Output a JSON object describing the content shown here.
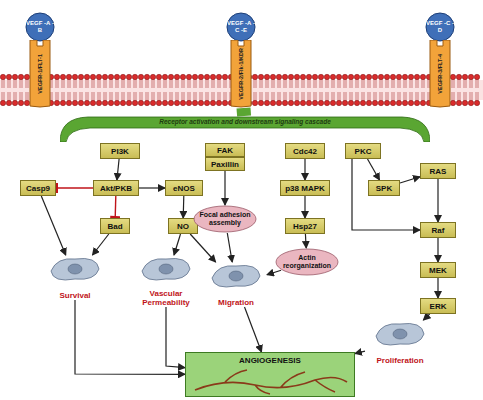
{
  "diagram": {
    "nodes": [
      {
        "text": [
          "VEGFR-1/FLT-1"
        ]
      },
      {
        "text": [
          "VEGFR-2/Flk-1/KDR"
        ]
      },
      {
        "text": [
          "VEGFR-3/FLT-4"
        ]
      },
      {
        "text": [
          "Receptor activation and downstream signaling cascade"
        ]
      },
      {
        "text": [
          "PI3K"
        ]
      },
      {
        "text": [
          "FAK"
        ]
      },
      {
        "text": [
          "Paxillin"
        ]
      },
      {
        "text": [
          "Cdc42"
        ]
      },
      {
        "text": [
          "PKC"
        ]
      },
      {
        "text": [
          "Casp9"
        ]
      },
      {
        "text": [
          "Akt/PKB"
        ]
      },
      {
        "text": [
          "eNOS"
        ]
      },
      {
        "text": [
          "p38 MAPK"
        ]
      },
      {
        "text": [
          "SPK"
        ]
      },
      {
        "text": [
          "RAS"
        ]
      },
      {
        "text": [
          "Bad"
        ]
      },
      {
        "text": [
          "NO"
        ]
      },
      {
        "text": [
          "Focal adhesion assembly"
        ]
      },
      {
        "text": [
          "Hsp27"
        ]
      },
      {
        "text": [
          "Raf"
        ]
      },
      {
        "text": [
          "Actin reorganization"
        ]
      },
      {
        "text": [
          "MEK"
        ]
      },
      {
        "text": [
          "Survival"
        ]
      },
      {
        "text": [
          "Vascular Permeability"
        ]
      },
      {
        "text": [
          "Migration"
        ]
      },
      {
        "text": [
          "ERK"
        ]
      },
      {
        "text": [
          "Proliferation"
        ]
      },
      {
        "text": [
          "ANGIOGENESIS"
        ]
      }
    ],
    "edges": [
      {
        "from": 1,
        "to": 3,
        "arrow": "none"
      },
      {
        "from": 4,
        "to": 10,
        "arrow": "to"
      },
      {
        "from": 10,
        "to": 9,
        "arrow": "to"
      },
      {
        "from": 10,
        "to": 15,
        "arrow": "to"
      },
      {
        "from": 10,
        "to": 11,
        "arrow": "to"
      },
      {
        "from": 11,
        "to": 16,
        "arrow": "to"
      },
      {
        "from": 9,
        "to": 22,
        "arrow": "to"
      },
      {
        "from": 15,
        "to": 22,
        "arrow": "to"
      },
      {
        "from": 16,
        "to": 23,
        "arrow": "to"
      },
      {
        "from": 16,
        "to": 24,
        "arrow": "to"
      },
      {
        "from": 6,
        "to": 17,
        "arrow": "to"
      },
      {
        "from": 17,
        "to": 24,
        "arrow": "to"
      },
      {
        "from": 7,
        "to": 12,
        "arrow": "to"
      },
      {
        "from": 12,
        "to": 18,
        "arrow": "to"
      },
      {
        "from": 18,
        "to": 20,
        "arrow": "to"
      },
      {
        "from": 20,
        "to": 24,
        "arrow": "to"
      },
      {
        "from": 8,
        "to": 13,
        "arrow": "to"
      },
      {
        "from": 13,
        "to": 14,
        "arrow": "to"
      },
      {
        "from": 8,
        "to": 19,
        "arrow": "to"
      },
      {
        "from": 14,
        "to": 19,
        "arrow": "to"
      },
      {
        "from": 19,
        "to": 21,
        "arrow": "to"
      },
      {
        "from": 21,
        "to": 25,
        "arrow": "to"
      },
      {
        "from": 25,
        "to": 26,
        "arrow": "to"
      },
      {
        "from": 22,
        "to": 27,
        "arrow": "to"
      },
      {
        "from": 23,
        "to": 27,
        "arrow": "to"
      },
      {
        "from": 24,
        "to": 27,
        "arrow": "to"
      },
      {
        "from": 26,
        "to": 27,
        "arrow": "to"
      }
    ],
    "labels": [
      "VEGF -A -B",
      "VEGF -A -C -E",
      "VEGF -C -D"
    ]
  }
}
